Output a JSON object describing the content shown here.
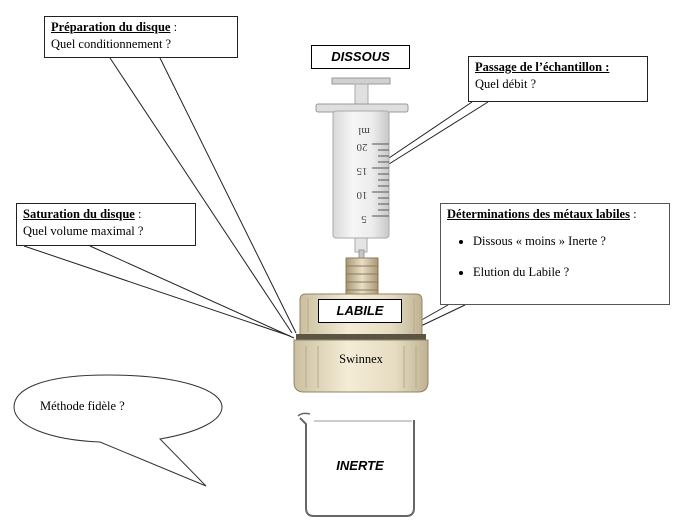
{
  "callouts": {
    "preparation": {
      "title": "Préparation du disque",
      "tail": " :",
      "question": "Quel conditionnement  ?"
    },
    "passage": {
      "title": "Passage de l’échantillon :",
      "question": "Quel débit  ?"
    },
    "saturation": {
      "title": "Saturation du disque",
      "tail": " :",
      "question": "Quel volume maximal  ?"
    },
    "determinations": {
      "title": "Déterminations des métaux labiles",
      "tail": " :",
      "items": [
        "Dissous « moins » Inerte ?",
        "Elution du Labile  ?"
      ]
    }
  },
  "labels": {
    "dissous": "DISSOUS",
    "labile": "LABILE",
    "inerte": "INERTE",
    "swinnex": "Swinnex"
  },
  "syringe_scale": [
    "ml",
    "20",
    "15",
    "10",
    "5"
  ],
  "speech": {
    "text": "Méthode fidèle ?"
  }
}
